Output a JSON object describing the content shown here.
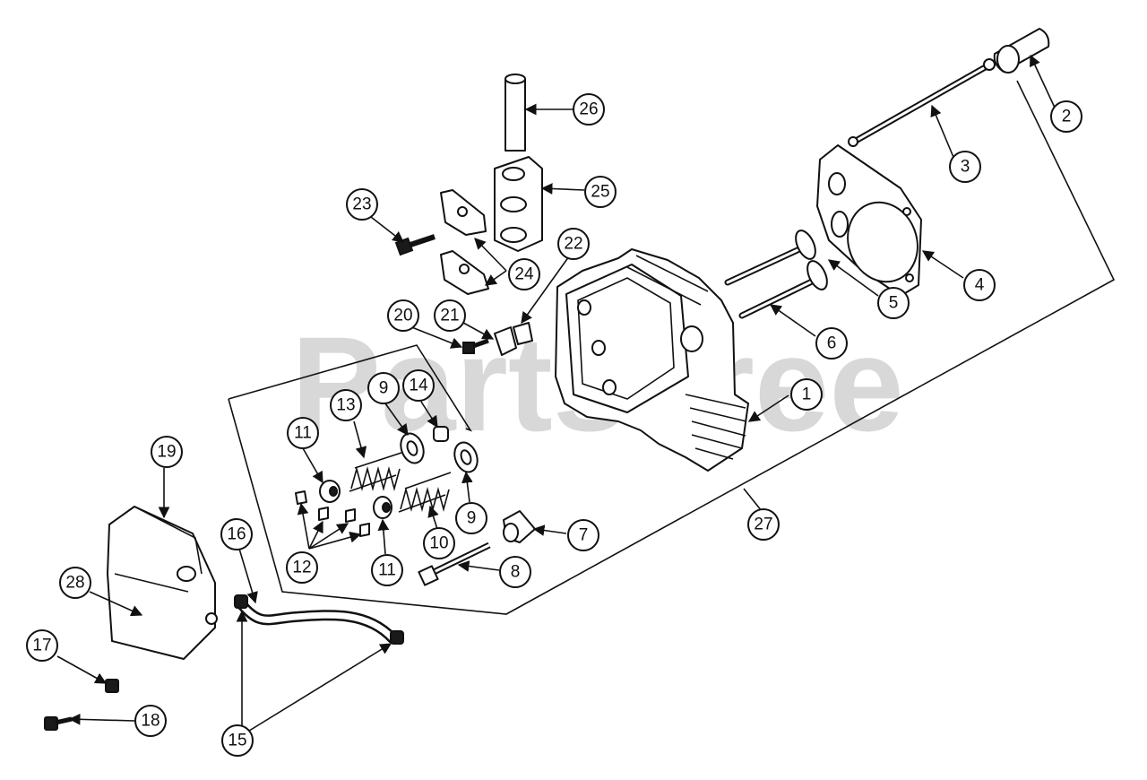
{
  "watermark": "PartsTree",
  "callouts": {
    "p1": "1",
    "p2": "2",
    "p3": "3",
    "p4": "4",
    "p5": "5",
    "p6": "6",
    "p7": "7",
    "p8": "8",
    "p9a": "9",
    "p9b": "9",
    "p10": "10",
    "p11a": "11",
    "p11b": "11",
    "p12": "12",
    "p13": "13",
    "p14": "14",
    "p15": "15",
    "p16": "16",
    "p17": "17",
    "p18": "18",
    "p19": "19",
    "p20": "20",
    "p21": "21",
    "p22": "22",
    "p23": "23",
    "p24": "24",
    "p25": "25",
    "p26": "26",
    "p27": "27",
    "p28": "28"
  }
}
